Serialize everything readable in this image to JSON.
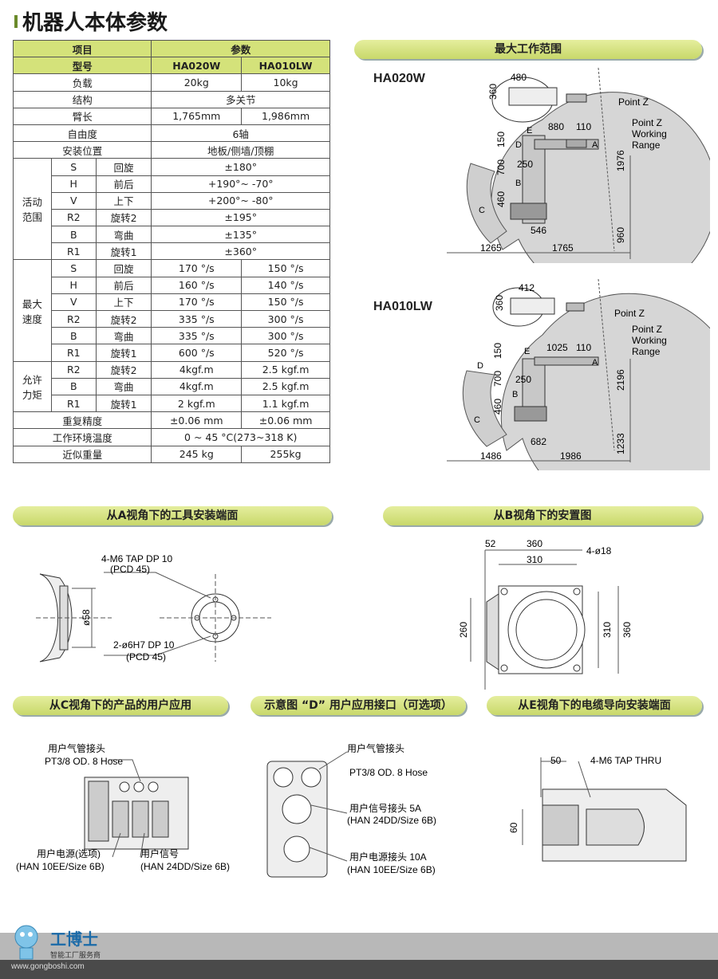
{
  "title": "机器人本体参数",
  "table": {
    "header": [
      "项目",
      "参数"
    ],
    "model_row": [
      "型号",
      "HA020W",
      "HA010LW"
    ],
    "simple_rows": [
      {
        "label": "负载",
        "a": "20kg",
        "b": "10kg"
      },
      {
        "label": "结构",
        "span": "多关节"
      },
      {
        "label": "臂长",
        "a": "1,765mm",
        "b": "1,986mm"
      },
      {
        "label": "自由度",
        "span": "6轴"
      },
      {
        "label": "安装位置",
        "span": "地板/侧墙/顶棚"
      }
    ],
    "range_group": "活动\n范围",
    "range_rows": [
      {
        "axis": "S",
        "name": "回旋",
        "span": "±180°"
      },
      {
        "axis": "H",
        "name": "前后",
        "span": "+190°~ -70°"
      },
      {
        "axis": "V",
        "name": "上下",
        "span": "+200°~ -80°"
      },
      {
        "axis": "R2",
        "name": "旋转2",
        "span": "±195°"
      },
      {
        "axis": "B",
        "name": "弯曲",
        "span": "±135°"
      },
      {
        "axis": "R1",
        "name": "旋转1",
        "span": "±360°"
      }
    ],
    "speed_group": "最大\n速度",
    "speed_rows": [
      {
        "axis": "S",
        "name": "回旋",
        "a": "170 °/s",
        "b": "150 °/s"
      },
      {
        "axis": "H",
        "name": "前后",
        "a": "160 °/s",
        "b": "140 °/s"
      },
      {
        "axis": "V",
        "name": "上下",
        "a": "170 °/s",
        "b": "150 °/s"
      },
      {
        "axis": "R2",
        "name": "旋转2",
        "a": "335 °/s",
        "b": "300 °/s"
      },
      {
        "axis": "B",
        "name": "弯曲",
        "a": "335 °/s",
        "b": "300 °/s"
      },
      {
        "axis": "R1",
        "name": "旋转1",
        "a": "600 °/s",
        "b": "520 °/s"
      }
    ],
    "torque_group": "允许\n力矩",
    "torque_rows": [
      {
        "axis": "R2",
        "name": "旋转2",
        "a": "4kgf.m",
        "b": "2.5 kgf.m"
      },
      {
        "axis": "B",
        "name": "弯曲",
        "a": "4kgf.m",
        "b": "2.5 kgf.m"
      },
      {
        "axis": "R1",
        "name": "旋转1",
        "a": "2 kgf.m",
        "b": "1.1 kgf.m"
      }
    ],
    "bottom_rows": [
      {
        "label": "重复精度",
        "a": "±0.06 mm",
        "b": "±0.06 mm"
      },
      {
        "label": "工作环境温度",
        "span": "0 ~ 45 °C(273~318 K)"
      },
      {
        "label": "近似重量",
        "a": "245 kg",
        "b": "255kg"
      }
    ]
  },
  "banners": {
    "work_range": "最大工作范围",
    "view_a": "从A视角下的工具安装端面",
    "view_b": "从B视角下的安置图",
    "view_c": "从C视角下的产品的用户应用",
    "view_d": "示意图 “D” 用户应用接口（可选项）",
    "view_e": "从E视角下的电缆导向安装端面"
  },
  "ha020w": {
    "model": "HA020W",
    "dims": [
      "480",
      "360",
      "880",
      "110",
      "150",
      "700",
      "250",
      "460",
      "1976",
      "960",
      "546",
      "1265",
      "1765"
    ],
    "point_z": "Point Z",
    "point_z_working": "Point Z",
    "working": "Working",
    "range": "Range",
    "markers": [
      "E",
      "D",
      "A",
      "B",
      "C"
    ]
  },
  "ha010lw": {
    "model": "HA010LW",
    "dims": [
      "412",
      "360",
      "1025",
      "110",
      "150",
      "700",
      "250",
      "460",
      "2196",
      "1233",
      "682",
      "1486",
      "1986"
    ],
    "point_z": "Point Z",
    "point_z_working": "Point Z",
    "working": "Working",
    "range": "Range",
    "markers": [
      "E",
      "D",
      "A",
      "B",
      "C"
    ]
  },
  "view_a": {
    "tap": "4-M6 TAP DP 10",
    "pcd1": "(PCD 45)",
    "dia": "ø58",
    "hole": "2-ø6H7 DP 10",
    "pcd2": "(PCD 45)"
  },
  "view_b": {
    "d52": "52",
    "d360": "360",
    "d310": "310",
    "holes": "4-ø18",
    "d260": "260",
    "d310v": "310",
    "d360v": "360"
  },
  "view_c": {
    "air1": "用户气管接头",
    "air2": "PT3/8 OD. 8 Hose",
    "power1": "用户电源(选项)",
    "power2": "(HAN 10EE/Size 6B)",
    "signal1": "用户信号",
    "signal2": "(HAN 24DD/Size 6B)"
  },
  "view_d": {
    "air1": "用户气管接头",
    "air2": "PT3/8 OD. 8 Hose",
    "sig1": "用户信号接头 5A",
    "sig2": "(HAN 24DD/Size 6B)",
    "pow1": "用户电源接头 10A",
    "pow2": "(HAN 10EE/Size 6B)"
  },
  "view_e": {
    "d50": "50",
    "tap": "4-M6 TAP THRU",
    "d60": "60"
  },
  "logo": {
    "brand": "工博士",
    "slogan": "智能工厂服务商",
    "url": "www.gongboshi.com"
  }
}
